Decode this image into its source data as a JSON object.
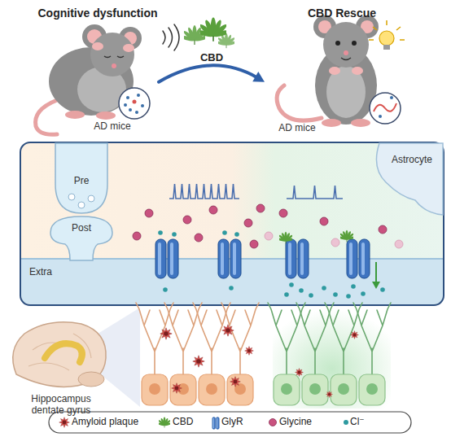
{
  "diagram": {
    "nodes": [
      {
        "text": [
          "Cognitive dysfunction",
          "AD mice"
        ]
      },
      {
        "text": [
          "CBD Rescue",
          "AD mice"
        ]
      },
      {
        "text": [
          "Pre"
        ]
      },
      {
        "text": [
          "Astrocyte"
        ]
      },
      {
        "text": [
          "Post"
        ]
      },
      {
        "text": [
          "Extra"
        ]
      }
    ],
    "edges": [
      {
        "from": 0,
        "to": 1,
        "arrow": "to",
        "label": "CBD"
      }
    ],
    "labels": [
      "Hippocampus dentate gyrus"
    ],
    "legend": [
      {
        "text": "Amyloid plaque"
      },
      {
        "text": "CBD"
      },
      {
        "text": "GlyR"
      },
      {
        "text": "Glycine"
      },
      {
        "text": "Cl⁻"
      }
    ]
  }
}
